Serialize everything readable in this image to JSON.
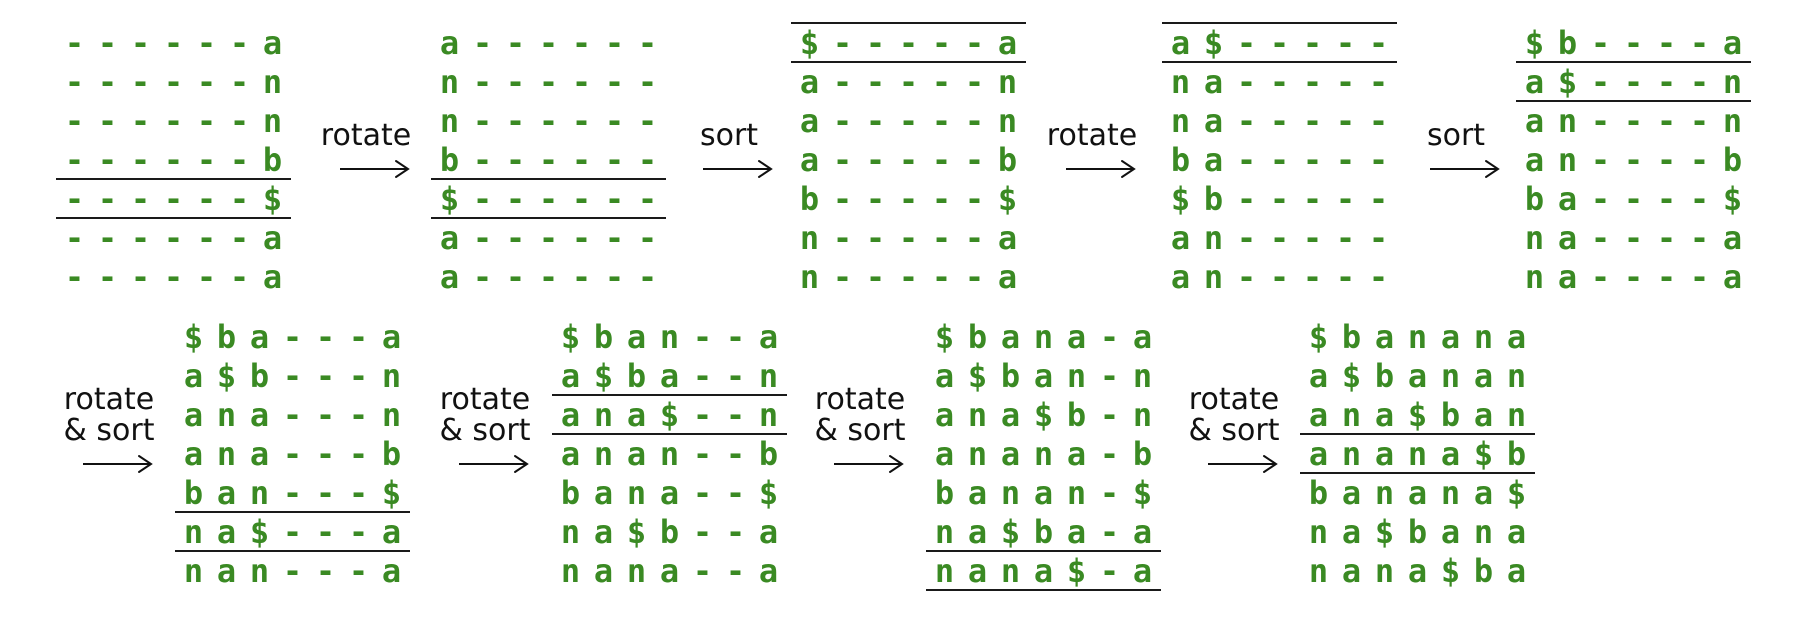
{
  "matrices": [
    {
      "rows": [
        "------a",
        "------n",
        "------n",
        "------b",
        "------$",
        "------a",
        "------a"
      ],
      "separators": [
        4,
        5
      ]
    },
    {
      "rows": [
        "a------",
        "n------",
        "n------",
        "b------",
        "$------",
        "a------",
        "a------"
      ],
      "separators": [
        4,
        5
      ]
    },
    {
      "rows": [
        "$-----a",
        "a-----n",
        "a-----n",
        "a-----b",
        "b-----$",
        "n-----a",
        "n-----a"
      ],
      "separators": [
        0,
        1
      ]
    },
    {
      "rows": [
        "a$-----",
        "na-----",
        "na-----",
        "ba-----",
        "$b-----",
        "an-----",
        "an-----"
      ],
      "separators": [
        0,
        1
      ]
    },
    {
      "rows": [
        "$b----a",
        "a$----n",
        "an----n",
        "an----b",
        "ba----$",
        "na----a",
        "na----a"
      ],
      "separators": [
        1,
        2
      ]
    },
    {
      "rows": [
        "$ba---a",
        "a$b---n",
        "ana---n",
        "ana---b",
        "ban---$",
        "na$---a",
        "nan---a"
      ],
      "separators": [
        5,
        6
      ]
    },
    {
      "rows": [
        "$ban--a",
        "a$ba--n",
        "ana$--n",
        "anan--b",
        "bana--$",
        "na$b--a",
        "nana--a"
      ],
      "separators": [
        2,
        3
      ]
    },
    {
      "rows": [
        "$bana-a",
        "a$ban-n",
        "ana$b-n",
        "anana-b",
        "banan-$",
        "na$ba-a",
        "nana$-a"
      ],
      "separators": [
        6,
        7
      ]
    },
    {
      "rows": [
        "$banana",
        "a$banan",
        "ana$ban",
        "anana$b",
        "banana$",
        "na$bana",
        "nana$ba"
      ],
      "separators": [
        3,
        4
      ]
    }
  ],
  "operations": [
    {
      "lines": [
        "rotate"
      ]
    },
    {
      "lines": [
        "sort"
      ]
    },
    {
      "lines": [
        "rotate"
      ]
    },
    {
      "lines": [
        "sort"
      ]
    },
    {
      "lines": [
        "rotate",
        "& sort"
      ]
    },
    {
      "lines": [
        "rotate",
        "& sort"
      ]
    },
    {
      "lines": [
        "rotate",
        "& sort"
      ]
    },
    {
      "lines": [
        "rotate",
        "& sort"
      ]
    }
  ]
}
